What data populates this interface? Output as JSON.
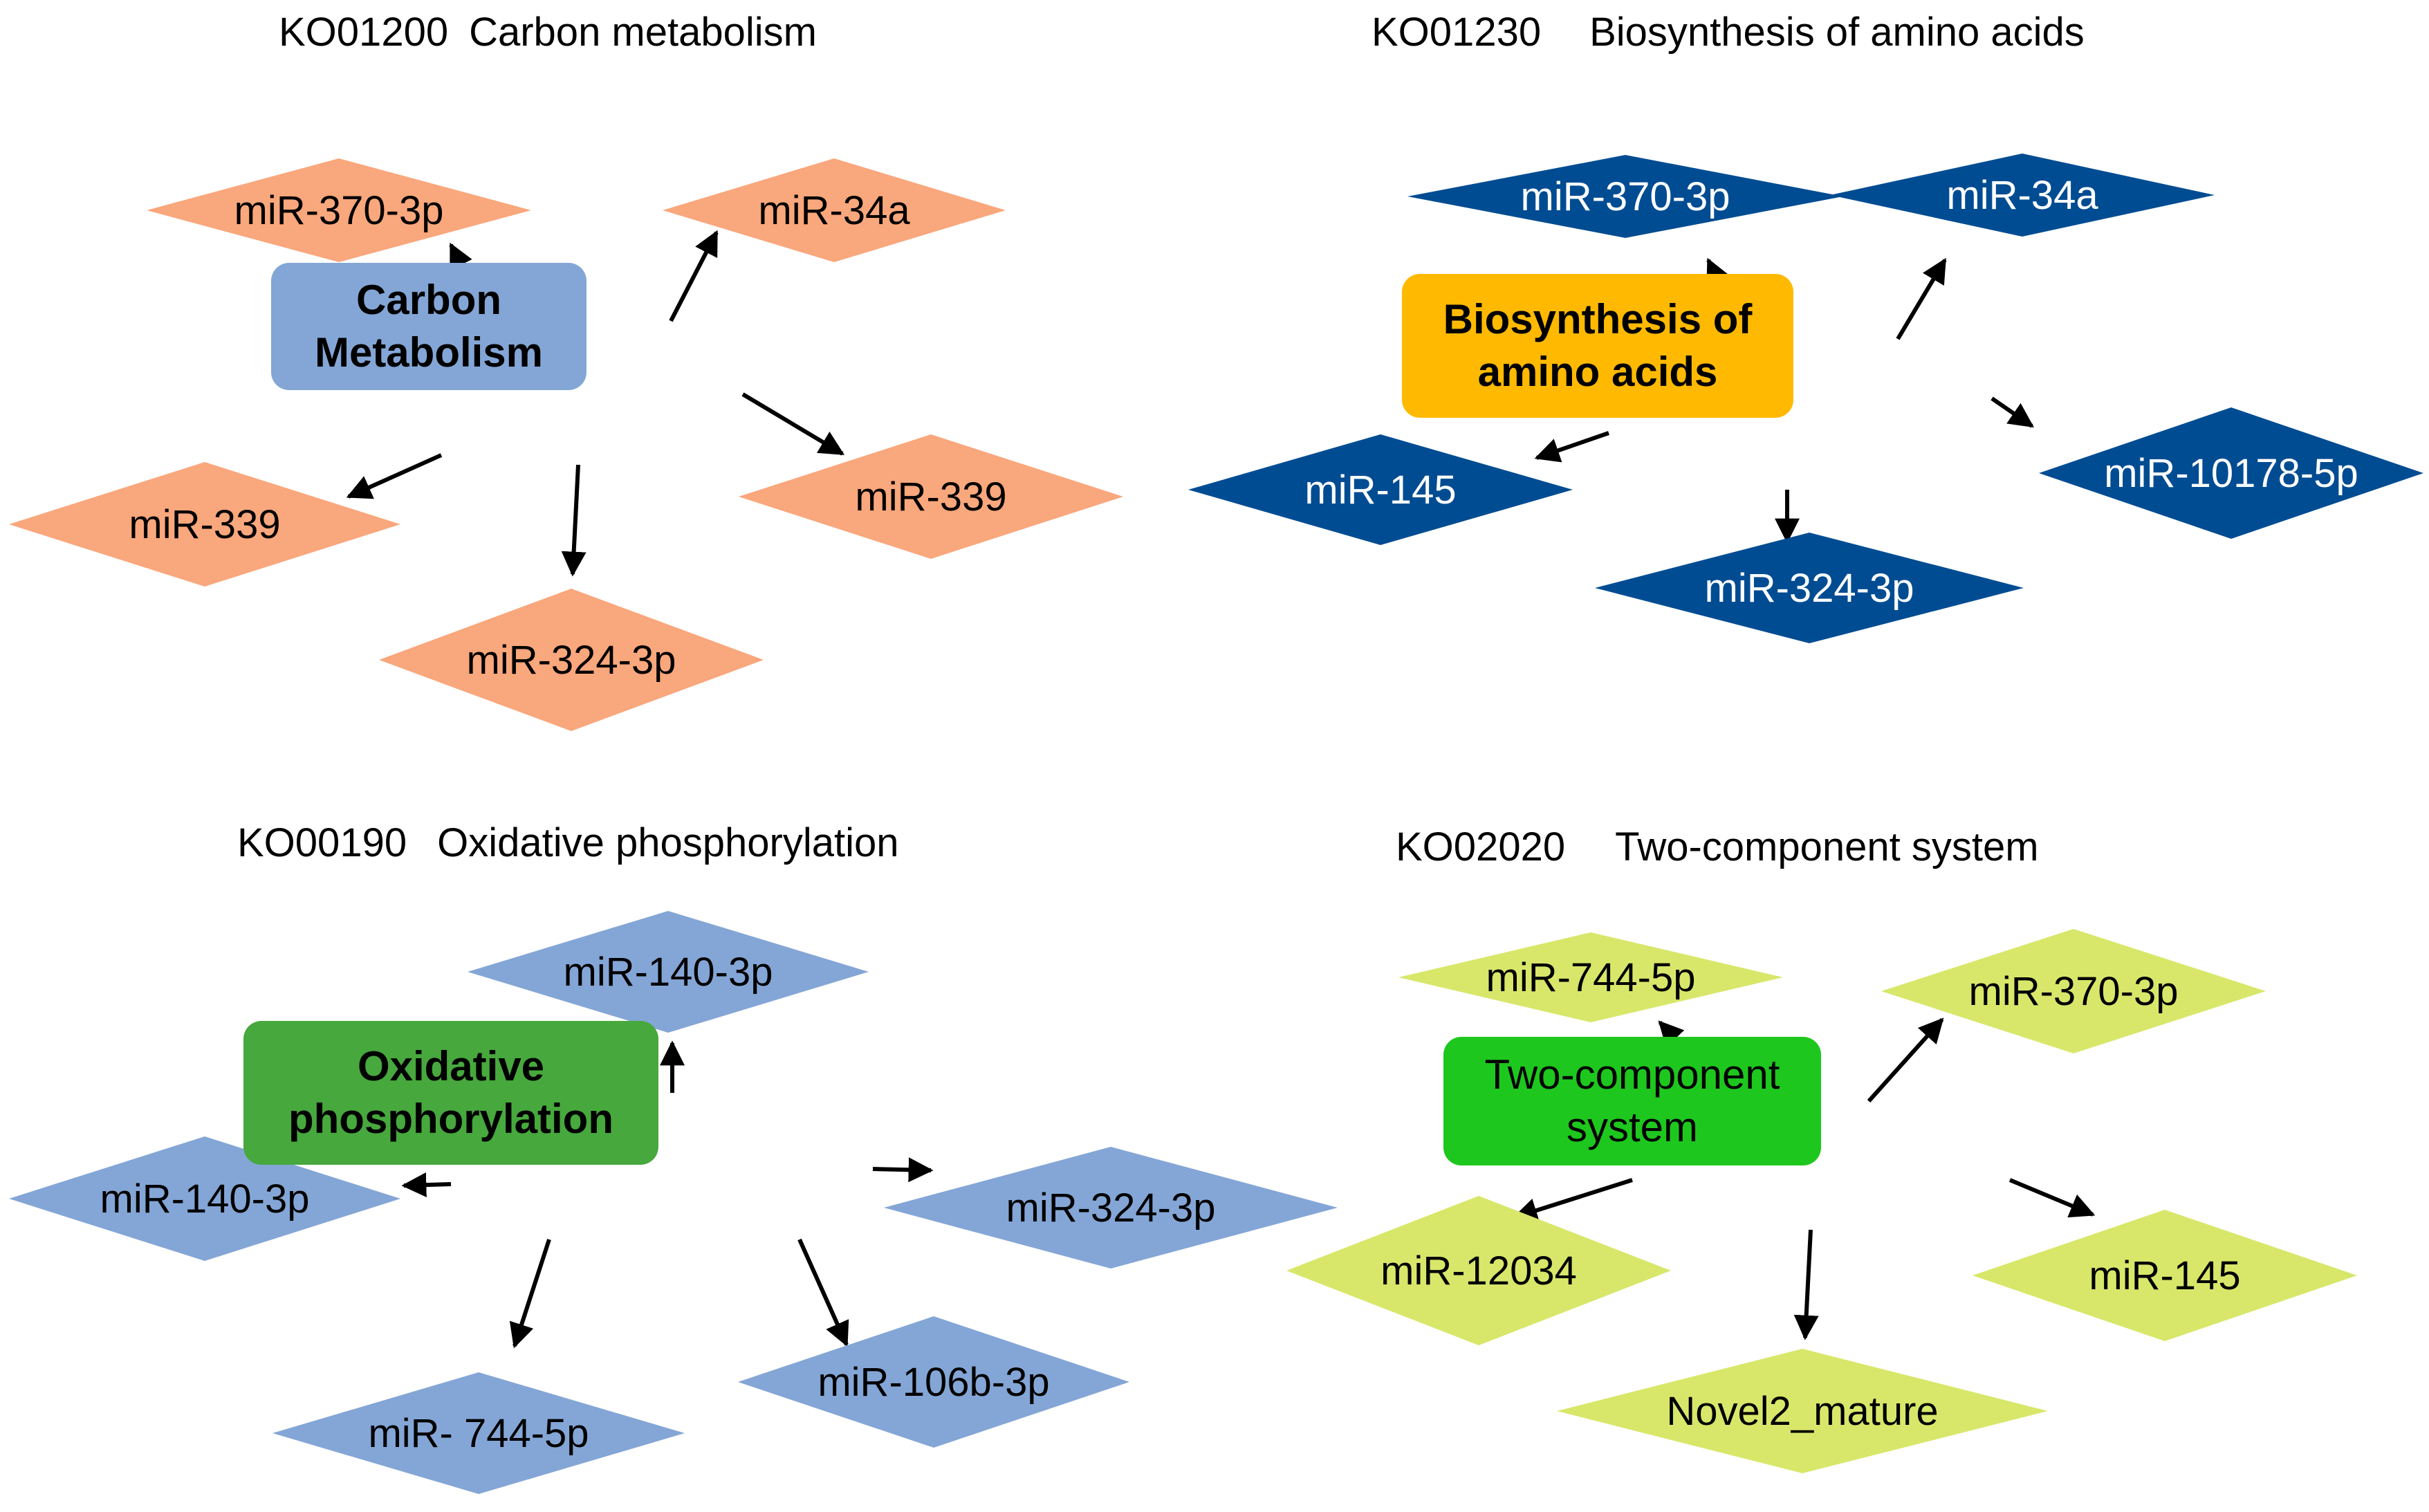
{
  "panels": [
    {
      "id": "carbon",
      "title_code": "KO01200",
      "title_name": "Carbon metabolism",
      "center": {
        "lines": [
          "Carbon",
          "Metabolism"
        ],
        "fill": "#84a6d6",
        "text_color": "#000000",
        "bold": true
      },
      "node_fill": "#f9a77c",
      "node_text_color": "#000000",
      "nodes": [
        "miR-370-3p",
        "miR-34a",
        "miR-339",
        "miR-339",
        "miR-324-3p"
      ]
    },
    {
      "id": "amino",
      "title_code": "KO01230",
      "title_name": "Biosynthesis of amino acids",
      "center": {
        "lines": [
          "Biosynthesis of",
          "amino acids"
        ],
        "fill": "#ffb900",
        "text_color": "#000000",
        "bold": true
      },
      "node_fill": "#004c92",
      "node_text_color": "#ffffff",
      "nodes": [
        "miR-370-3p",
        "miR-34a",
        "miR-145",
        "miR-10178-5p",
        "miR-324-3p"
      ]
    },
    {
      "id": "oxphos",
      "title_code": "KO00190",
      "title_name": "Oxidative phosphorylation",
      "center": {
        "lines": [
          "Oxidative",
          "phosphorylation"
        ],
        "fill": "#47a83d",
        "text_color": "#000000",
        "bold": true
      },
      "node_fill": "#84a6d6",
      "node_text_color": "#000000",
      "nodes": [
        "miR-140-3p",
        "miR-140-3p",
        "miR-324-3p",
        "miR- 744-5p",
        "miR-106b-3p"
      ]
    },
    {
      "id": "twocomp",
      "title_code": "KO02020",
      "title_name": "Two-component system",
      "center": {
        "lines": [
          "Two-component",
          "system"
        ],
        "fill": "#1ec71e",
        "text_color": "#000000",
        "bold": false
      },
      "node_fill": "#d8e76a",
      "node_text_color": "#000000",
      "nodes": [
        "miR-744-5p",
        "miR-370-3p",
        "miR-12034",
        "miR-145",
        "Novel2_mature"
      ]
    }
  ]
}
